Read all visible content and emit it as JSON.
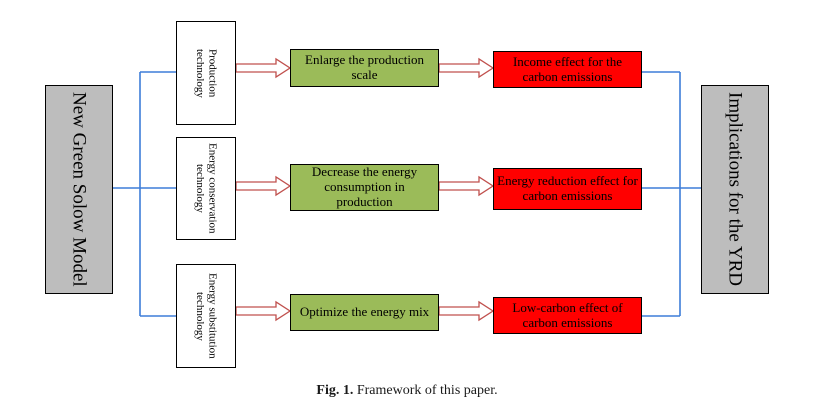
{
  "left_box": "New Green Solow Model",
  "right_box": "Implications for the YRD",
  "rows": [
    {
      "tech": "Production\ntechnology",
      "action": "Enlarge the production scale",
      "effect": "Income effect for the carbon emissions"
    },
    {
      "tech": "Energy conservation\ntechnology",
      "action": "Decrease the energy consumption in production",
      "effect": "Energy reduction effect for carbon emissions"
    },
    {
      "tech": "Energy substitution\ntechnology",
      "action": "Optimize the energy mix",
      "effect": "Low-carbon effect of carbon emissions"
    }
  ],
  "caption": {
    "label": "Fig. 1.",
    "text": "Framework of this paper."
  },
  "colors": {
    "line": "#3d7dd8",
    "arrow": "#c0504d",
    "green": "#9bbb59",
    "red": "#ff0000",
    "gray": "#bdbdbd"
  }
}
